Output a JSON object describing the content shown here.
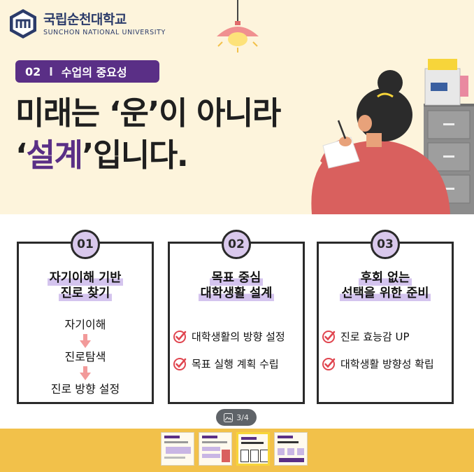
{
  "logo": {
    "name_kr": "국립순천대학교",
    "name_en": "SUNCHON NATIONAL UNIVERSITY"
  },
  "badge": {
    "number": "02",
    "separator": "l",
    "label": "수업의 중요성"
  },
  "headline": {
    "line1": "미래는 ‘운’이 아니라",
    "line2_open": "‘",
    "line2_accent": "설계",
    "line2_rest": "’입니다."
  },
  "cards": [
    {
      "number": "01",
      "title_lines": [
        "자기이해 기반",
        "진로 찾기"
      ],
      "steps": [
        "자기이해",
        "진로탐색",
        "진로 방향 설정"
      ]
    },
    {
      "number": "02",
      "title_lines": [
        "목표 중심",
        "대학생활 설계"
      ],
      "checks": [
        "대학생활의 방향 설정",
        "목표 실행 계획 수립"
      ]
    },
    {
      "number": "03",
      "title_lines": [
        "후회 없는",
        "선택을 위한 준비"
      ],
      "checks": [
        "진로 효능감 UP",
        "대학생활 방향성 확립"
      ]
    }
  ],
  "pager": {
    "text": "3/4",
    "current": 3,
    "total": 4
  },
  "colors": {
    "accent": "#5a2f86",
    "highlight": "#d4c4ee",
    "background": "#fdf4dc",
    "filmstrip": "#f2c14a",
    "check": "#e0454f"
  }
}
